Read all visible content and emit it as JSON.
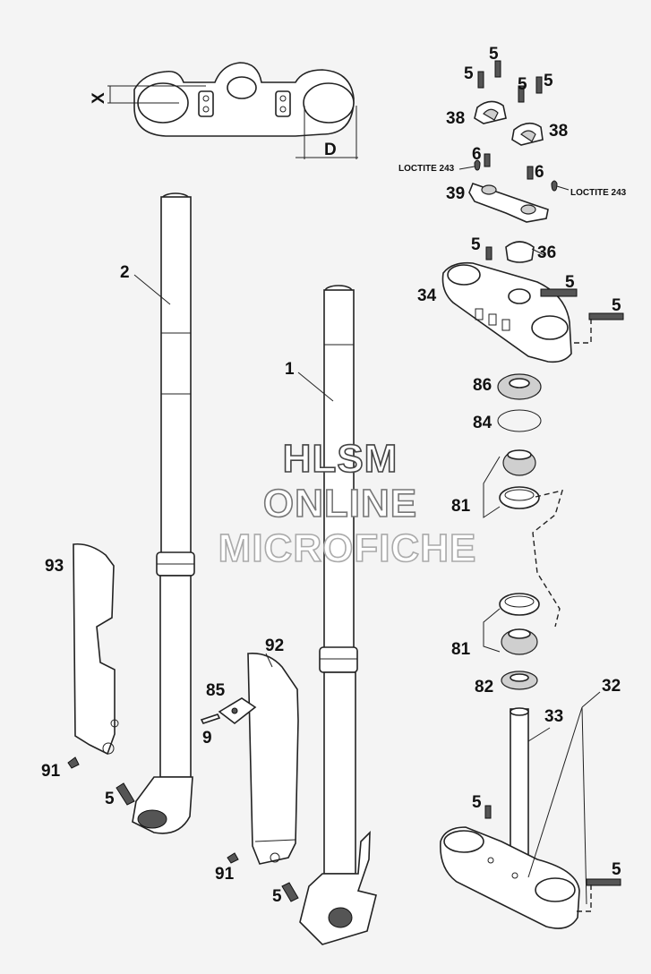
{
  "watermark": {
    "line1": "HLSM",
    "line2": "ONLINE",
    "line3": "MICROFICHE",
    "colors": {
      "line1": "#444444",
      "line2": "#777777",
      "line3": "#aaaaaa"
    }
  },
  "dimensions": {
    "x_label": "X",
    "d_label": "D"
  },
  "loctite": {
    "left": "LOCTITE 243",
    "right": "LOCTITE 243"
  },
  "callouts": {
    "c5_a": "5",
    "c5_b": "5",
    "c5_c": "5",
    "c5_d": "5",
    "c38_left": "38",
    "c38_right": "38",
    "c6_left": "6",
    "c6_right": "6",
    "c39": "39",
    "c5_clamp": "5",
    "c36": "36",
    "c34": "34",
    "c5_top1": "5",
    "c5_top2": "5",
    "c86": "86",
    "c84": "84",
    "c81_upper": "81",
    "c81_lower": "81",
    "c82": "82",
    "c32": "32",
    "c33": "33",
    "c5_stem": "5",
    "c5_lower": "5",
    "c2": "2",
    "c1": "1",
    "c93": "93",
    "c92": "92",
    "c85": "85",
    "c9": "9",
    "c91_left": "91",
    "c91_right": "91",
    "c5_foot_left": "5",
    "c5_foot_right": "5"
  }
}
